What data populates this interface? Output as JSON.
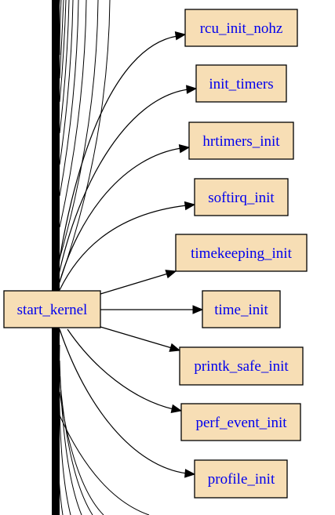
{
  "graph": {
    "source": {
      "id": "start_kernel",
      "label": "start_kernel"
    },
    "targets": [
      {
        "id": "rcu_init_nohz",
        "label": "rcu_init_nohz"
      },
      {
        "id": "init_timers",
        "label": "init_timers"
      },
      {
        "id": "hrtimers_init",
        "label": "hrtimers_init"
      },
      {
        "id": "softirq_init",
        "label": "softirq_init"
      },
      {
        "id": "timekeeping_init",
        "label": "timekeeping_init"
      },
      {
        "id": "time_init",
        "label": "time_init"
      },
      {
        "id": "printk_safe_init",
        "label": "printk_safe_init"
      },
      {
        "id": "perf_event_init",
        "label": "perf_event_init"
      },
      {
        "id": "profile_init",
        "label": "profile_init"
      }
    ],
    "colors": {
      "node_fill": "#f7deb5",
      "node_stroke": "#000000",
      "label_text": "#0000ee",
      "edge": "#000000"
    }
  }
}
